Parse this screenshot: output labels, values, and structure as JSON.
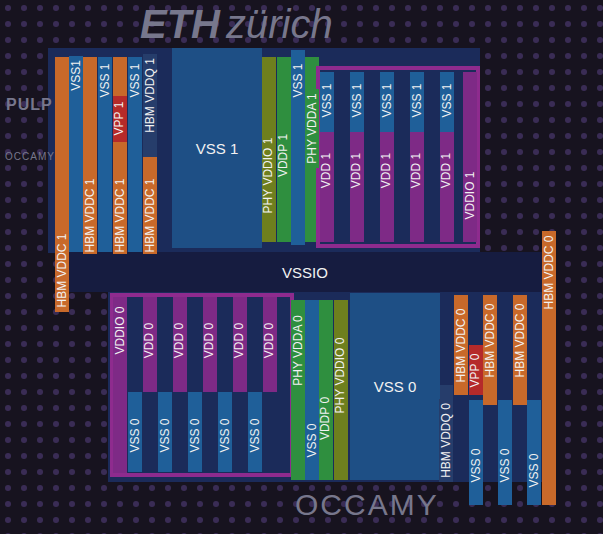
{
  "diagram": {
    "nodes": [
      {
        "text": [
          "HBM VDDC 1"
        ]
      },
      {
        "text": [
          "VSS1"
        ]
      },
      {
        "text": [
          "HBM VDDC 1"
        ]
      },
      {
        "text": [
          "VSS 1"
        ]
      },
      {
        "text": [
          "VPP 1"
        ]
      },
      {
        "text": [
          "HBM VDDC 1"
        ]
      },
      {
        "text": [
          "VSS 1"
        ]
      },
      {
        "text": [
          "HBM VDDQ 1"
        ]
      },
      {
        "text": [
          "HBM VDDC 1"
        ]
      },
      {
        "text": [
          "VSS 1"
        ]
      },
      {
        "text": [
          "PHY VDDIO 1"
        ]
      },
      {
        "text": [
          "VDDP 1"
        ]
      },
      {
        "text": [
          "VSS 1"
        ]
      },
      {
        "text": [
          "PHY VDDA 1"
        ]
      },
      {
        "text": [
          "VSS 1"
        ]
      },
      {
        "text": [
          "VDD 1"
        ]
      },
      {
        "text": [
          "VSS 1"
        ]
      },
      {
        "text": [
          "VDD 1"
        ]
      },
      {
        "text": [
          "VSS 1"
        ]
      },
      {
        "text": [
          "VDD 1"
        ]
      },
      {
        "text": [
          "VSS 1"
        ]
      },
      {
        "text": [
          "VDD 1"
        ]
      },
      {
        "text": [
          "VSS 1"
        ]
      },
      {
        "text": [
          "VDD 1"
        ]
      },
      {
        "text": [
          "VDDIO 1"
        ]
      },
      {
        "text": [
          "VSSIO"
        ]
      },
      {
        "text": [
          "VDDIO 0"
        ]
      },
      {
        "text": [
          "VSS 0"
        ]
      },
      {
        "text": [
          "VDD 0"
        ]
      },
      {
        "text": [
          "VSS 0"
        ]
      },
      {
        "text": [
          "VDD 0"
        ]
      },
      {
        "text": [
          "VSS 0"
        ]
      },
      {
        "text": [
          "VDD 0"
        ]
      },
      {
        "text": [
          "VSS 0"
        ]
      },
      {
        "text": [
          "VDD 0"
        ]
      },
      {
        "text": [
          "VSS 0"
        ]
      },
      {
        "text": [
          "VDD 0"
        ]
      },
      {
        "text": [
          "PHY VDDA 0"
        ]
      },
      {
        "text": [
          "VSS 0"
        ]
      },
      {
        "text": [
          "VDDP 0"
        ]
      },
      {
        "text": [
          "PHY VDDIO 0"
        ]
      },
      {
        "text": [
          "VSS 0"
        ]
      },
      {
        "text": [
          "HBM VDDQ 0"
        ]
      },
      {
        "text": [
          "HBM VDDC 0"
        ]
      },
      {
        "text": [
          "VPP 0"
        ]
      },
      {
        "text": [
          "VSS 0"
        ]
      },
      {
        "text": [
          "HBM VDDC 0"
        ]
      },
      {
        "text": [
          "VSS 0"
        ]
      },
      {
        "text": [
          "HBM VDDC 0"
        ]
      },
      {
        "text": [
          "VSS 0"
        ]
      },
      {
        "text": [
          "HBM VDDC 0"
        ]
      }
    ],
    "labels": [
      "ETH",
      "zürich",
      "PULP",
      "OCCAMY",
      "OCCAMY"
    ]
  }
}
